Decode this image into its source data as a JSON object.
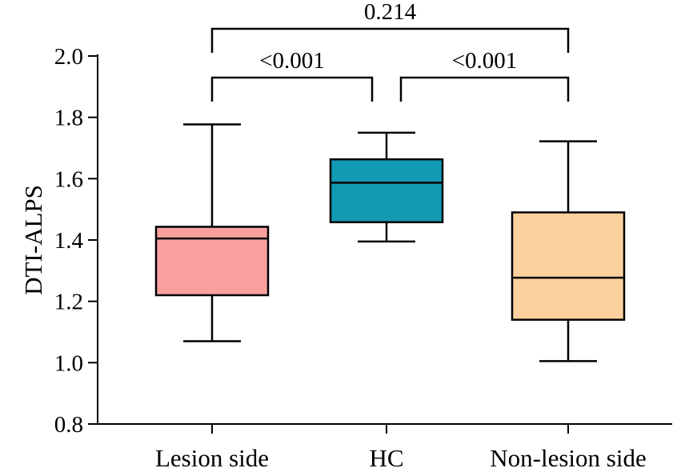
{
  "chart_data": {
    "type": "box",
    "title": "",
    "xlabel": "",
    "ylabel": "DTI-ALPS",
    "ylim": [
      0.8,
      2.0
    ],
    "yticks": [
      "0.8",
      "1.0",
      "1.2",
      "1.4",
      "1.6",
      "1.8",
      "2.0"
    ],
    "grid": false,
    "categories": [
      "Lesion side",
      "HC",
      "Non-lesion side"
    ],
    "boxes": [
      {
        "category": "Lesion side",
        "min": 1.07,
        "q1": 1.22,
        "median": 1.405,
        "q3": 1.443,
        "max": 1.777,
        "color": "#F9A19F"
      },
      {
        "category": "HC",
        "min": 1.395,
        "q1": 1.458,
        "median": 1.587,
        "q3": 1.663,
        "max": 1.75,
        "color": "#129AB4"
      },
      {
        "category": "Non-lesion side",
        "min": 1.005,
        "q1": 1.14,
        "median": 1.277,
        "q3": 1.49,
        "max": 1.722,
        "color": "#FDD19E"
      }
    ],
    "annotations": [
      {
        "from": "Lesion side",
        "to": "HC",
        "label": "<0.001",
        "level": 1
      },
      {
        "from": "HC",
        "to": "Non-lesion side",
        "label": "<0.001",
        "level": 1
      },
      {
        "from": "Lesion side",
        "to": "Non-lesion side",
        "label": "0.214",
        "level": 2
      }
    ]
  }
}
